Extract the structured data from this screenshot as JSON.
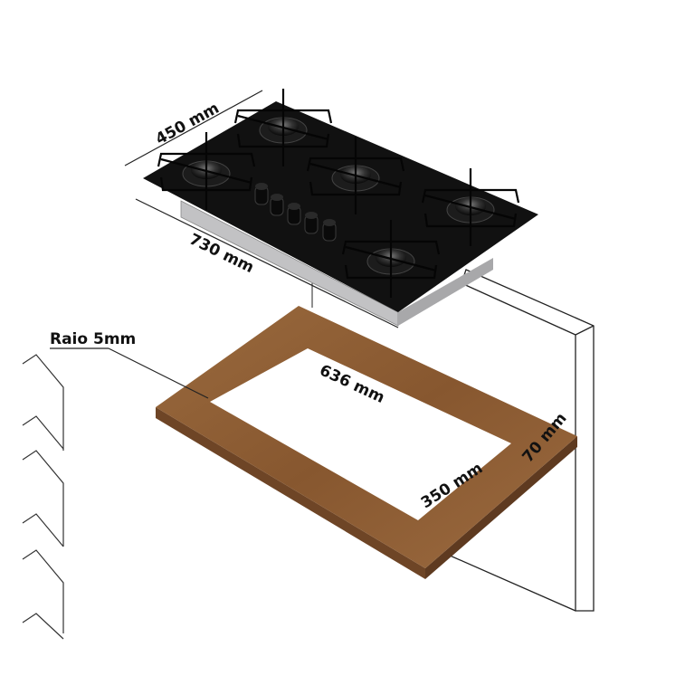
{
  "labels": {
    "depth": "450 mm",
    "width": "730 mm",
    "radius": "Raio 5mm",
    "cutout_width": "636 mm",
    "cutout_depth": "350 mm",
    "margin": "70 mm"
  },
  "colors": {
    "glass": "#111111",
    "steel": "#b9b9bb",
    "wood": "#8a5a33",
    "wood_dark": "#6e4526",
    "line": "#222222"
  },
  "burners": 5,
  "knobs": 5
}
